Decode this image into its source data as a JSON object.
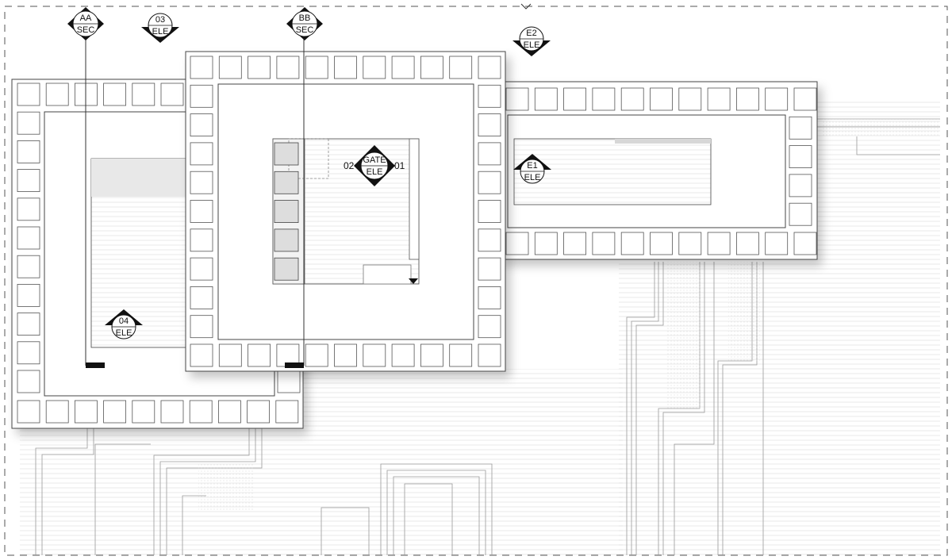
{
  "drawing": {
    "markers": {
      "section_aa": {
        "top": "AA",
        "bottom": "SEC"
      },
      "section_bb": {
        "top": "BB",
        "bottom": "SEC"
      },
      "elev_03": {
        "top": "03",
        "bottom": "ELE"
      },
      "elev_e2": {
        "top": "E2",
        "bottom": "ELE"
      },
      "elev_e1": {
        "top": "E1",
        "bottom": "ELE"
      },
      "elev_04": {
        "top": "04",
        "bottom": "ELE"
      },
      "gate": {
        "top": "GATE",
        "bottom": "ELE",
        "left": "02",
        "right": "01"
      }
    }
  }
}
